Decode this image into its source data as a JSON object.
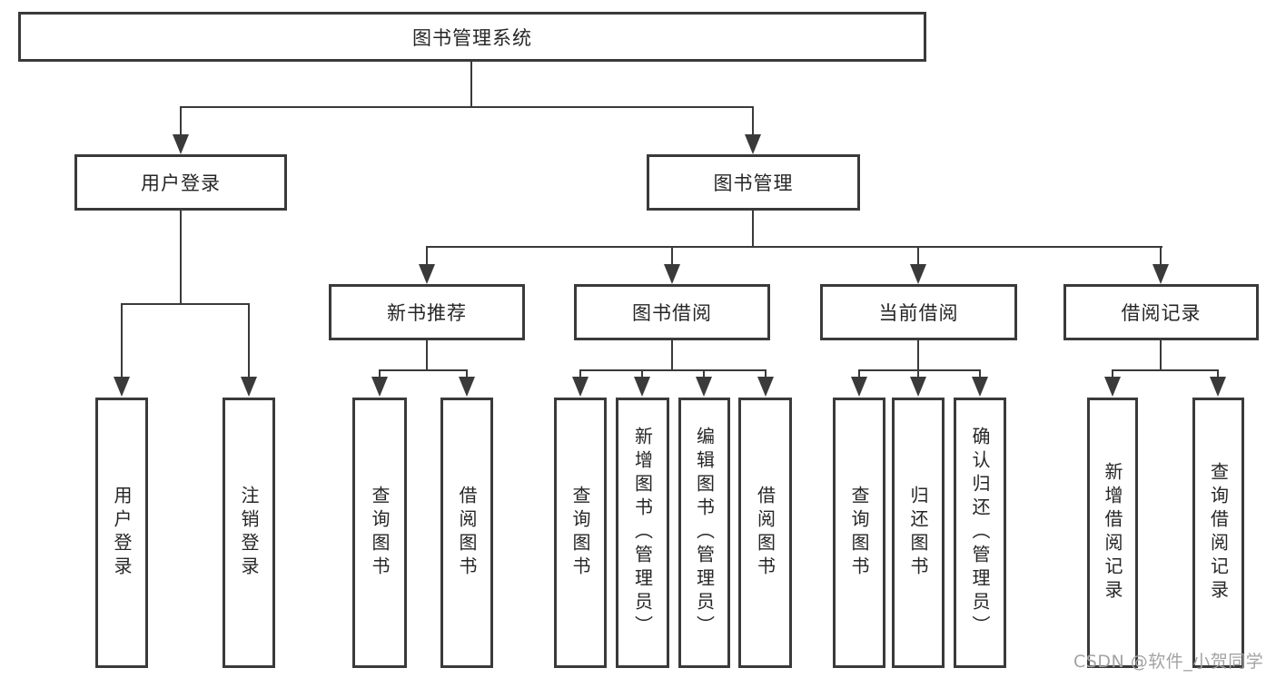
{
  "diagram_title": "图书管理系统",
  "nodes": {
    "root": "图书管理系统",
    "user_login": "用户登录",
    "book_mgmt": "图书管理",
    "ul_login": "用户登录",
    "ul_logout": "注销登录",
    "new_books": "新书推荐",
    "nb_query": "查询图书",
    "nb_borrow": "借阅图书",
    "book_borrow": "图书借阅",
    "bb_query": "查询图书",
    "bb_add": "新增图书（管理员）",
    "bb_edit": "编辑图书（管理员）",
    "bb_borrow": "借阅图书",
    "current_borrow": "当前借阅",
    "cb_query": "查询图书",
    "cb_return": "归还图书",
    "cb_confirm": "确认归还（管理员）",
    "borrow_records": "借阅记录",
    "br_add": "新增借阅记录",
    "br_query": "查询借阅记录"
  },
  "structure": {
    "图书管理系统": {
      "用户登录": [
        "用户登录",
        "注销登录"
      ],
      "图书管理": {
        "新书推荐": [
          "查询图书",
          "借阅图书"
        ],
        "图书借阅": [
          "查询图书",
          "新增图书（管理员）",
          "编辑图书（管理员）",
          "借阅图书"
        ],
        "当前借阅": [
          "查询图书",
          "归还图书",
          "确认归还（管理员）"
        ],
        "借阅记录": [
          "新增借阅记录",
          "查询借阅记录"
        ]
      }
    }
  },
  "watermark": "CSDN @软件_小贺同学",
  "colors": {
    "line": "#3a3a3a",
    "text": "#262626",
    "background": "#ffffff",
    "watermark": "#a3a3a3"
  }
}
